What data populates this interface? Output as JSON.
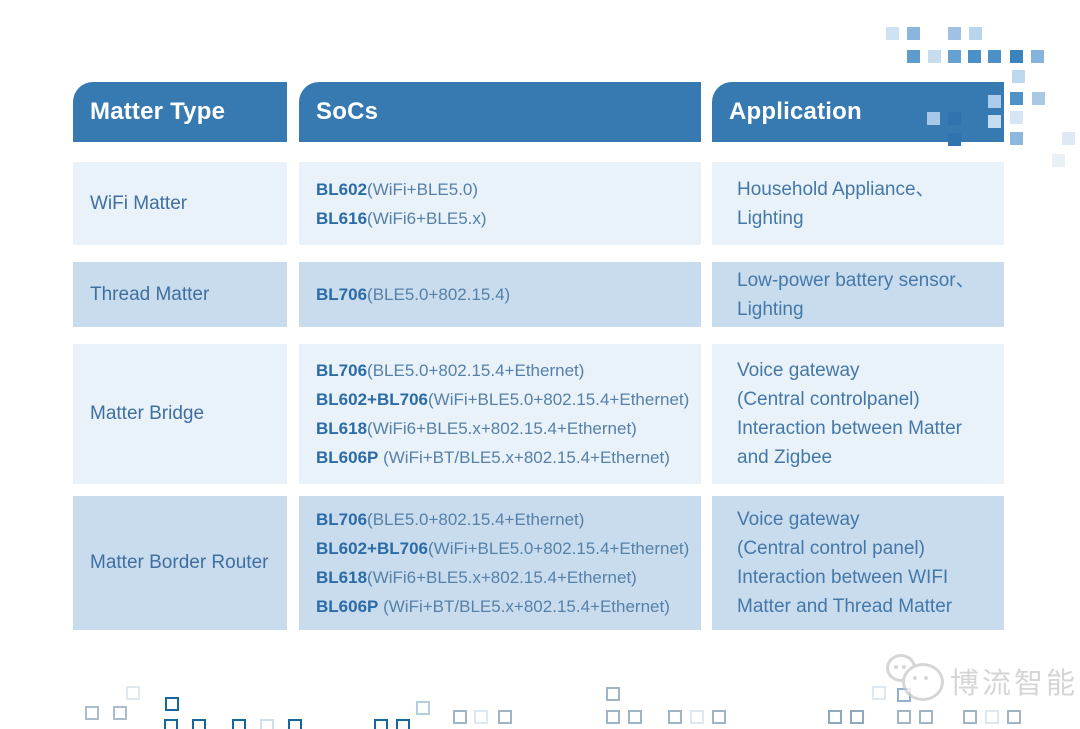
{
  "palette": {
    "header_bg": "#3779B1",
    "row_light_bg": "#E9F1F9",
    "row_medium_bg": "#C9DCEE",
    "type_text": "#3E6FA0",
    "chip_bold_text": "#2B6BA6",
    "chip_spec_text": "#5581A9",
    "application_text": "#4478A8",
    "header_text": "#FFFFFF",
    "decor_dark_outline": "#16689B",
    "decor_gray_outline": "#9FB4C4",
    "watermark_gray": "#C7C7C7"
  },
  "table": {
    "headers": [
      {
        "label": "Matter Type"
      },
      {
        "label": "SoCs"
      },
      {
        "label": "Application"
      }
    ],
    "rows": [
      {
        "type": "WiFi Matter",
        "socs": [
          {
            "chip": "BL602",
            "spec": "(WiFi+BLE5.0)"
          },
          {
            "chip": "BL616",
            "spec": "(WiFi6+BLE5.x)"
          }
        ],
        "application": "Household Appliance、\nLighting"
      },
      {
        "type": "Thread Matter",
        "socs": [
          {
            "chip": "BL706",
            "spec": "(BLE5.0+802.15.4)"
          }
        ],
        "application": "Low-power battery sensor、\nLighting"
      },
      {
        "type": "Matter Bridge",
        "socs": [
          {
            "chip": "BL706",
            "spec": "(BLE5.0+802.15.4+Ethernet)"
          },
          {
            "chip": "BL602+BL706",
            "spec": "(WiFi+BLE5.0+802.15.4+Ethernet)"
          },
          {
            "chip": "BL618",
            "spec": "(WiFi6+BLE5.x+802.15.4+Ethernet)"
          },
          {
            "chip": "BL606P",
            "spec": " (WiFi+BT/BLE5.x+802.15.4+Ethernet)"
          }
        ],
        "application": "Voice gateway\n(Central controlpanel)\nInteraction between Matter\nand Zigbee"
      },
      {
        "type": "Matter Border Router",
        "socs": [
          {
            "chip": "BL706",
            "spec": "(BLE5.0+802.15.4+Ethernet)"
          },
          {
            "chip": "BL602+BL706",
            "spec": "(WiFi+BLE5.0+802.15.4+Ethernet)"
          },
          {
            "chip": "BL618",
            "spec": "(WiFi6+BLE5.x+802.15.4+Ethernet)"
          },
          {
            "chip": "BL606P",
            "spec": " (WiFi+BT/BLE5.x+802.15.4+Ethernet)"
          }
        ],
        "application": "Voice gateway\n(Central control panel)\nInteraction between WIFI\nMatter and Thread Matter"
      }
    ]
  },
  "watermark": {
    "logo_text": "博流智能",
    "icon": "wechat-logo-icon"
  },
  "chart_data": {
    "type": "table",
    "title": "",
    "columns": [
      "Matter Type",
      "SoCs",
      "Application"
    ],
    "rows": [
      [
        "WiFi Matter",
        "BL602(WiFi+BLE5.0); BL616(WiFi6+BLE5.x)",
        "Household Appliance、Lighting"
      ],
      [
        "Thread Matter",
        "BL706(BLE5.0+802.15.4)",
        "Low-power battery sensor、Lighting"
      ],
      [
        "Matter Bridge",
        "BL706(BLE5.0+802.15.4+Ethernet); BL602+BL706(WiFi+BLE5.0+802.15.4+Ethernet); BL618(WiFi6+BLE5.x+802.15.4+Ethernet); BL606P (WiFi+BT/BLE5.x+802.15.4+Ethernet)",
        "Voice gateway (Central controlpanel) Interaction between Matter and Zigbee"
      ],
      [
        "Matter Border Router",
        "BL706(BLE5.0+802.15.4+Ethernet); BL602+BL706(WiFi+BLE5.0+802.15.4+Ethernet); BL618(WiFi6+BLE5.x+802.15.4+Ethernet); BL606P (WiFi+BT/BLE5.x+802.15.4+Ethernet)",
        "Voice gateway (Central control panel) Interaction between WIFI Matter and Thread Matter"
      ]
    ]
  }
}
